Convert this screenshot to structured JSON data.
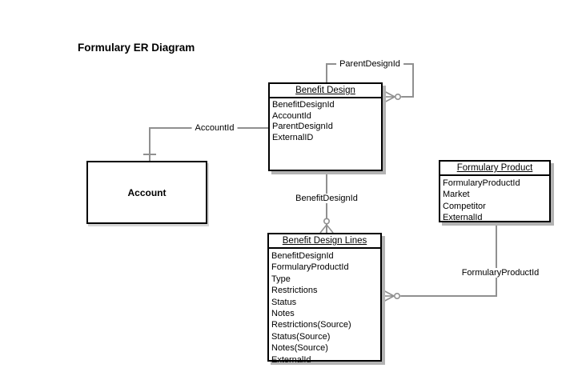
{
  "title": "Formulary ER Diagram",
  "colors": {
    "background": "#ffffff",
    "entity_border": "#000000",
    "entity_shadow": "#b3b3b3",
    "relationship_line": "#909090",
    "text": "#000000"
  },
  "entities": {
    "account": {
      "name": "Account",
      "fields": []
    },
    "benefit_design": {
      "name": "Benefit Design",
      "fields": [
        "BenefitDesignId",
        "AccountId",
        "ParentDesignId",
        "ExternalID"
      ]
    },
    "formulary_product": {
      "name": "Formulary Product",
      "fields": [
        "FormularyProductId",
        "Market",
        "Competitor",
        "ExternalId"
      ]
    },
    "benefit_design_lines": {
      "name": "Benefit Design Lines",
      "fields": [
        "BenefitDesignId",
        "FormularyProductId",
        "Type",
        "Restrictions",
        "Status",
        "Notes",
        "Restrictions(Source)",
        "Status(Source)",
        "Notes(Source)",
        "ExternalId"
      ]
    }
  },
  "relationships": {
    "parent_design": {
      "label": "ParentDesignId",
      "from": "Benefit Design",
      "to": "Benefit Design",
      "cardinality": "zero-or-many"
    },
    "account": {
      "label": "AccountId",
      "from": "Benefit Design",
      "to": "Account",
      "cardinality": "one"
    },
    "benefit_design": {
      "label": "BenefitDesignId",
      "from": "Benefit Design",
      "to": "Benefit Design Lines",
      "cardinality": "zero-or-many"
    },
    "formulary_product": {
      "label": "FormularyProductId",
      "from": "Formulary Product",
      "to": "Benefit Design Lines",
      "cardinality": "zero-or-many"
    }
  }
}
